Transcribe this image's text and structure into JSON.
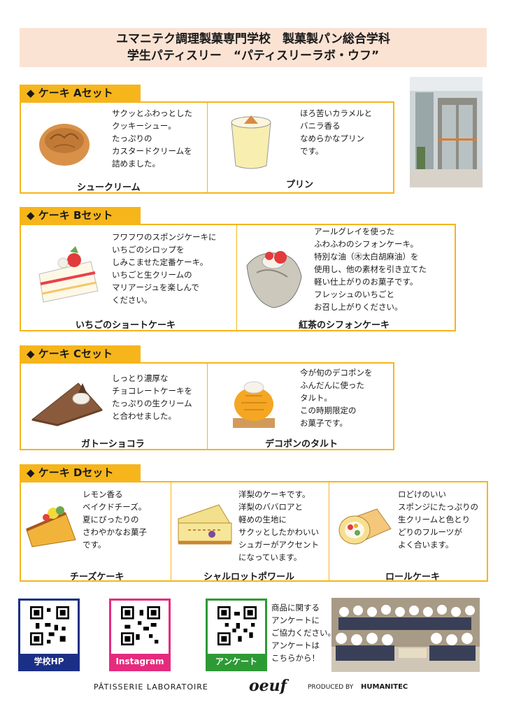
{
  "header": {
    "line1": "ユマニテク調理製菓専門学校　製菓製パン総合学科",
    "line2": "学生パティスリー　“パティスリーラボ・ウフ”"
  },
  "sets": [
    {
      "label": "◆ ケーキ Aセット",
      "items": [
        {
          "name": "シュークリーム",
          "desc": "サクッとふわっとした\nクッキーシュー。\nたっぷりの\nカスタードクリームを\n詰めました。"
        },
        {
          "name": "プリン",
          "desc": "ほろ苦いカラメルと\nバニラ香る\nなめらかなプリン\nです。"
        }
      ]
    },
    {
      "label": "◆ ケーキ Bセット",
      "items": [
        {
          "name": "いちごのショートケーキ",
          "desc": "フワフワのスポンジケーキに\nいちごのシロップを\nしみこませた定番ケーキ。\nいちごと生クリームの\nマリアージュを楽しんで\nください。"
        },
        {
          "name": "紅茶のシフォンケーキ",
          "desc": "アールグレイを使った\nふわふわのシフォンケーキ。\n特別な油（㊍太白胡麻油）を\n使用し、他の素材を引き立てた\n軽い仕上がりのお菓子です。\nフレッシュのいちごと\nお召し上がりください。"
        }
      ]
    },
    {
      "label": "◆ ケーキ Cセット",
      "items": [
        {
          "name": "ガトーショコラ",
          "desc": "しっとり濃厚な\nチョコレートケーキを\nたっぷりの生クリーム\nと合わせました。"
        },
        {
          "name": "デコポンのタルト",
          "desc": "今が旬のデコポンを\nふんだんに使った\nタルト。\nこの時期限定の\nお菓子です。"
        }
      ]
    },
    {
      "label": "◆ ケーキ Dセット",
      "items": [
        {
          "name": "チーズケーキ",
          "desc": "レモン香る\nベイクドチーズ。\n夏にぴったりの\nさわやかなお菓子\nです。"
        },
        {
          "name": "シャルロットポワール",
          "desc": "洋梨のケーキです。\n洋梨のババロアと\n軽めの生地に\nサクッとしたかわいい\nシュガーがアクセント\nになっています。"
        },
        {
          "name": "ロールケーキ",
          "desc": "ロどけのいい\nスポンジにたっぷりの\n生クリームと色とり\nどりのフルーツが\nよく合います。"
        }
      ]
    }
  ],
  "links": [
    {
      "label": "学校HP",
      "color": "#1b2f86"
    },
    {
      "label": "Instagram",
      "color": "#e52b7e"
    },
    {
      "label": "アンケート",
      "color": "#2e9a35"
    }
  ],
  "survey_text": "商品に関する\nアンケートに\nご協力ください。\nアンケートは\nこちらから！",
  "footer": {
    "brand": "PÂTISSERIE LABORATOIRE",
    "logo": "oeuf",
    "produced": "PRODUCED BY",
    "company": "HUMANITEC"
  },
  "colors": {
    "accent": "#f6b51b",
    "header_bg": "#fbe3d4"
  }
}
